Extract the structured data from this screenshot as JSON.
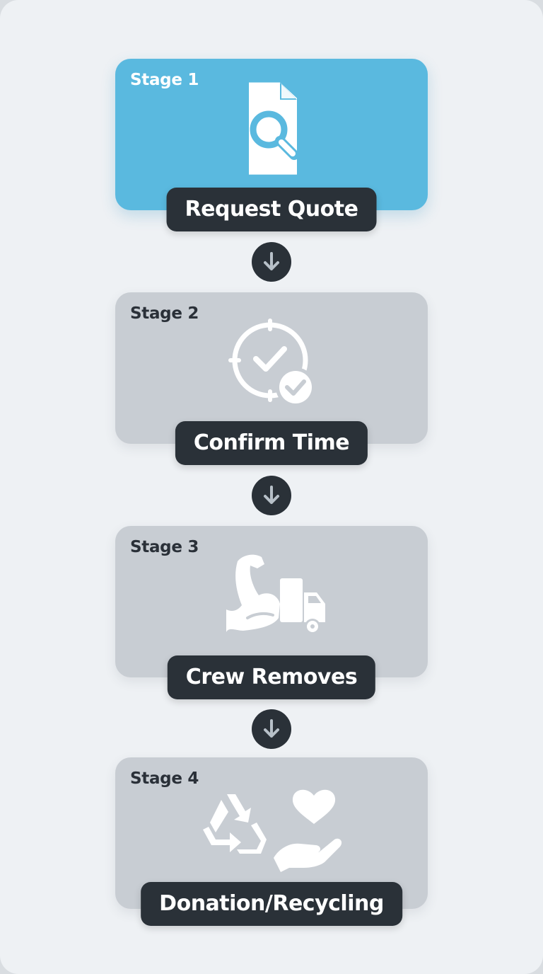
{
  "stages": [
    {
      "label": "Stage 1",
      "title": "Request Quote",
      "icon": "document-search-icon",
      "active": true
    },
    {
      "label": "Stage 2",
      "title": "Confirm Time",
      "icon": "clock-check-icon",
      "active": false
    },
    {
      "label": "Stage 3",
      "title": "Crew Removes",
      "icon": "muscle-truck-icon",
      "active": false
    },
    {
      "label": "Stage 4",
      "title": "Donation/Recycling",
      "icon": "recycle-heart-hand-icon",
      "active": false
    }
  ],
  "colors": {
    "active_card": "#5ab9df",
    "inactive_card": "#c8cdd3",
    "pill": "#2a3138",
    "background": "#eef1f4"
  }
}
